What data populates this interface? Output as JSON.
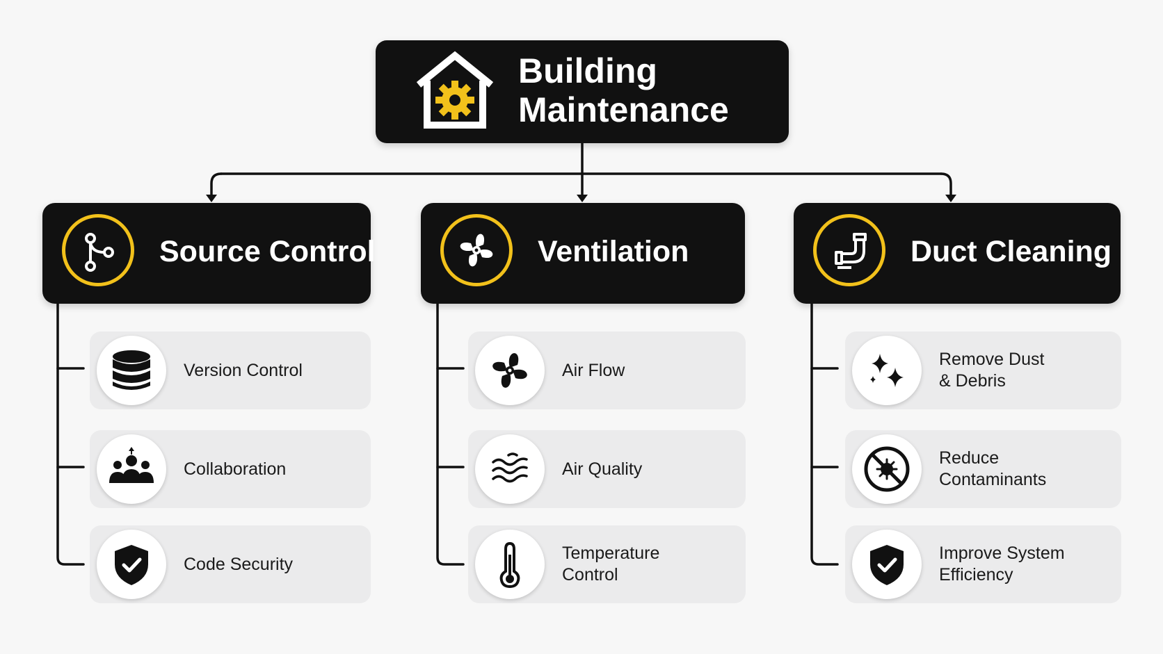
{
  "root": {
    "title": "Building\nMaintenance",
    "icon": "house-gear-icon",
    "accent": "#f2c11b"
  },
  "columns": [
    {
      "title": "Source Control",
      "icon": "git-branch-icon",
      "items": [
        {
          "label": "Version Control",
          "icon": "database-icon"
        },
        {
          "label": "Collaboration",
          "icon": "team-icon"
        },
        {
          "label": "Code Security",
          "icon": "shield-check-icon"
        }
      ]
    },
    {
      "title": "Ventilation",
      "icon": "fan-icon",
      "items": [
        {
          "label": "Air Flow",
          "icon": "fan-icon"
        },
        {
          "label": "Air Quality",
          "icon": "air-waves-icon"
        },
        {
          "label": "Temperature\nControl",
          "icon": "thermometer-icon"
        }
      ]
    },
    {
      "title": "Duct Cleaning",
      "icon": "duct-pipe-icon",
      "items": [
        {
          "label": "Remove Dust\n& Debris",
          "icon": "sparkle-icon"
        },
        {
          "label": "Reduce\nContaminants",
          "icon": "no-germs-icon"
        },
        {
          "label": "Improve System\nEfficiency",
          "icon": "shield-check-icon"
        }
      ]
    }
  ]
}
